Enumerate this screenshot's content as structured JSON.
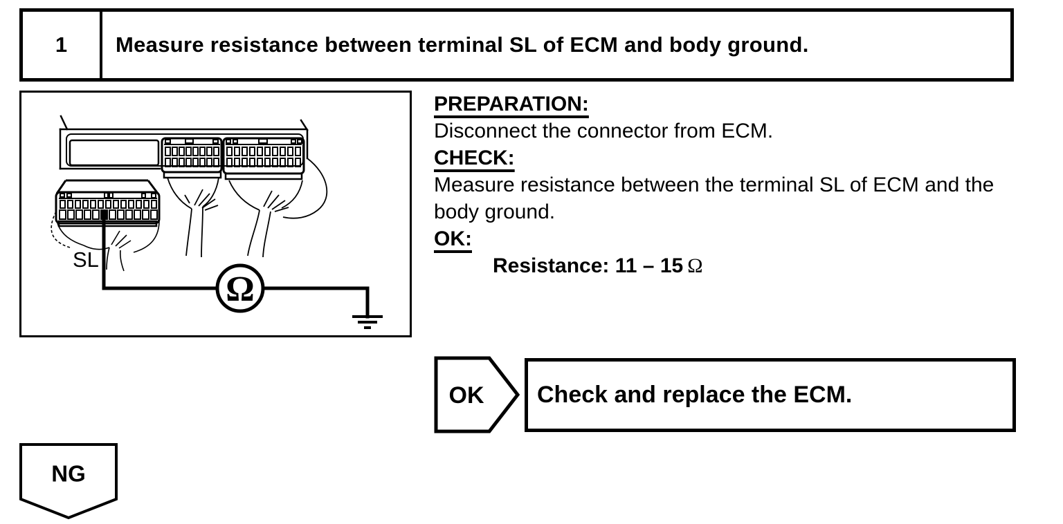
{
  "page": {
    "background": "#ffffff",
    "ink": "#000000"
  },
  "step_header": {
    "number": "1",
    "title": "Measure resistance between terminal SL of ECM and body ground."
  },
  "instructions": {
    "preparation_label": "PREPARATION:",
    "preparation_text": "Disconnect the connector from ECM.",
    "check_label": "CHECK:",
    "check_text_line1": "Measure resistance between the terminal SL of ECM and the",
    "check_text_line2": "body ground.",
    "ok_label": "OK:",
    "spec_value": "Resistance: 11 – 15",
    "spec_unit": "Ω"
  },
  "diagram": {
    "terminal_label": "SL",
    "meter_symbol": "Ω"
  },
  "flow": {
    "ok_connector_label": "OK",
    "ok_action": "Check and replace the ECM.",
    "ng_connector_label": "NG"
  }
}
